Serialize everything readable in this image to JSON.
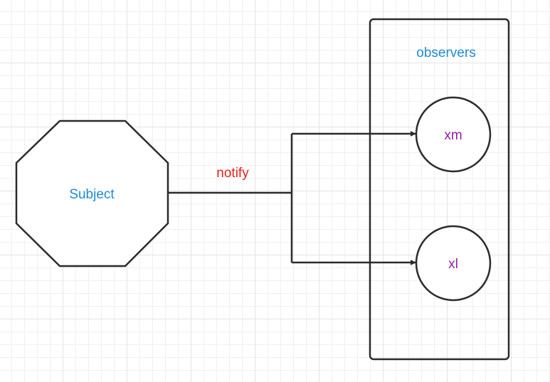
{
  "diagram": {
    "subject_label": "Subject",
    "edge_label": "notify",
    "container_label": "observers",
    "observers": [
      "xm",
      "xl"
    ]
  },
  "colors": {
    "stroke": "#2b2b2b",
    "subject_text": "#1e8ad6",
    "edge_text": "#e0231a",
    "container_text": "#1e8ad6",
    "observer_text": "#8e1ea6"
  }
}
